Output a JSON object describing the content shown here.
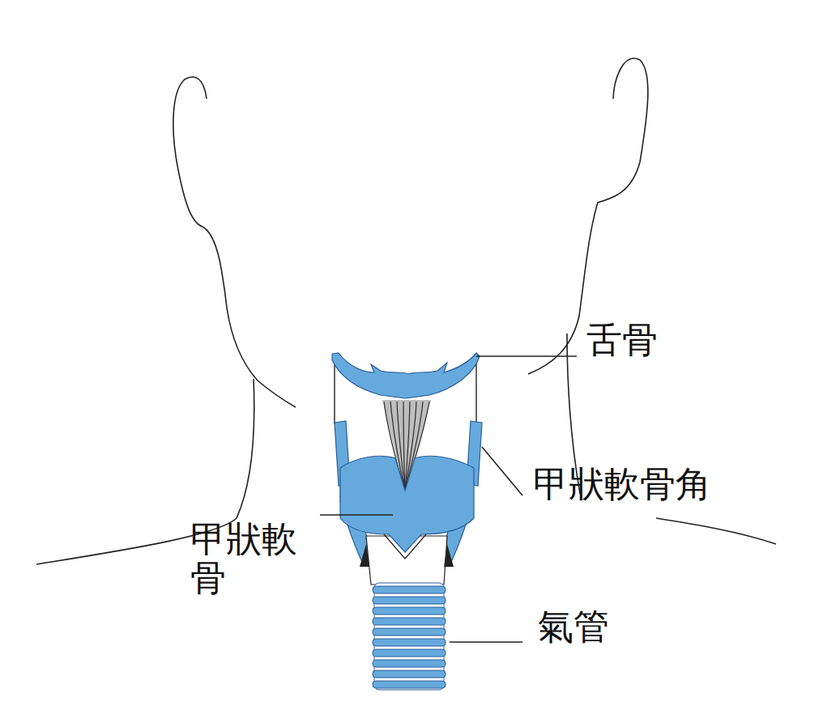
{
  "diagram": {
    "labels": [
      "舌骨",
      "甲狀軟骨角",
      "甲狀軟骨",
      "氣管"
    ]
  }
}
